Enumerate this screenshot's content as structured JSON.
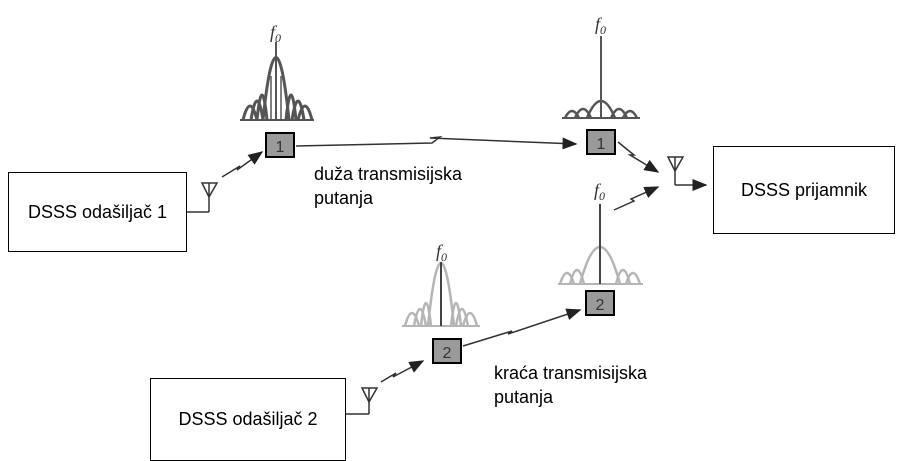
{
  "transmitters": [
    {
      "label": "DSSS odašiljač 1"
    },
    {
      "label": "DSSS odašiljač 2"
    }
  ],
  "receiver": {
    "label": "DSSS prijamnik"
  },
  "paths": {
    "long": {
      "line1": "duža transmisijska",
      "line2": "putanja"
    },
    "short": {
      "line1": "kraća transmisijska",
      "line2": "putanja"
    }
  },
  "signal_markers": [
    "1",
    "1",
    "2",
    "2"
  ],
  "frequency_label": "f",
  "frequency_subscript": "0",
  "colors": {
    "dark_spectrum": "#555555",
    "light_spectrum": "#b5b5b5",
    "marker_fill": "#9a9a9a"
  }
}
